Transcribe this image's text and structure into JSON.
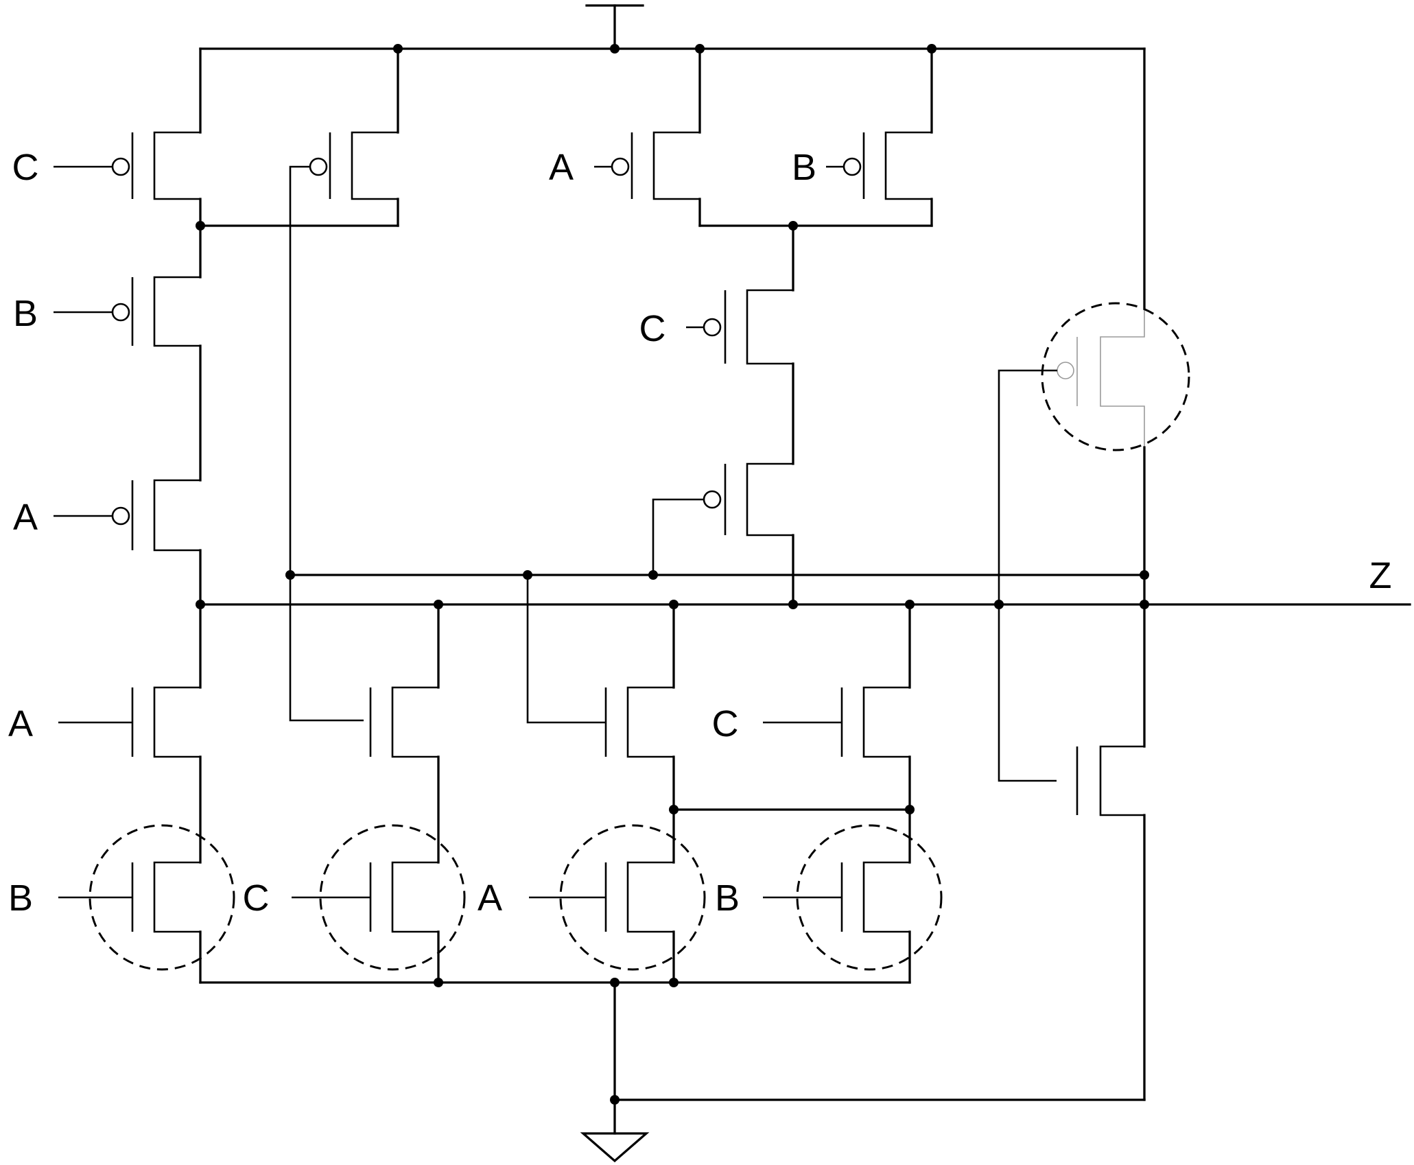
{
  "diagram": {
    "pmos_labels": {
      "c": "C",
      "b": "B",
      "a": "A",
      "a2": "A",
      "b2": "B",
      "c2": "C"
    },
    "nmos_labels": {
      "a": "A",
      "c": "C",
      "b": "B",
      "c2": "C",
      "a2": "A",
      "b2": "B"
    },
    "output_label": "Z"
  }
}
